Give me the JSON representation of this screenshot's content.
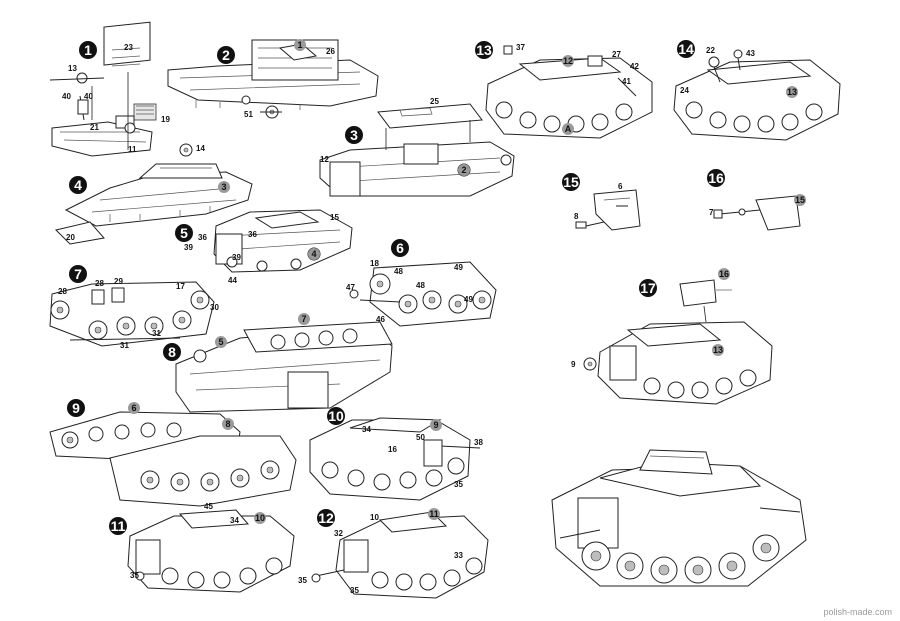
{
  "steps": [
    {
      "num": "1",
      "parts": [
        "23",
        "13",
        "40",
        "40",
        "21",
        "11",
        "19"
      ]
    },
    {
      "num": "2",
      "ref": "1",
      "parts": [
        "26",
        "51"
      ]
    },
    {
      "num": "3",
      "ref": "2",
      "parts": [
        "25",
        "12"
      ]
    },
    {
      "num": "4",
      "ref": "3",
      "parts": [
        "14",
        "20"
      ]
    },
    {
      "num": "5",
      "ref": "4",
      "parts": [
        "15",
        "36",
        "36",
        "39",
        "39",
        "44"
      ]
    },
    {
      "num": "6",
      "parts": [
        "18",
        "48",
        "48",
        "49",
        "49",
        "47",
        "46"
      ]
    },
    {
      "num": "7",
      "parts": [
        "28",
        "28",
        "29",
        "17",
        "30",
        "31",
        "31"
      ]
    },
    {
      "num": "8",
      "ref": "7",
      "ref2": "5"
    },
    {
      "num": "9",
      "ref": "6",
      "ref2": "8"
    },
    {
      "num": "10",
      "ref": "9",
      "parts": [
        "34",
        "50",
        "38",
        "16",
        "35"
      ]
    },
    {
      "num": "11",
      "ref": "10",
      "parts": [
        "45",
        "34",
        "35"
      ]
    },
    {
      "num": "12",
      "ref": "11",
      "parts": [
        "10",
        "32",
        "33",
        "35",
        "35"
      ]
    },
    {
      "num": "13",
      "ref": "12",
      "parts": [
        "37",
        "27",
        "42",
        "41"
      ],
      "mark": "A"
    },
    {
      "num": "14",
      "ref": "13",
      "parts": [
        "22",
        "43",
        "24"
      ]
    },
    {
      "num": "15",
      "parts": [
        "6",
        "8"
      ]
    },
    {
      "num": "16",
      "ref": "15",
      "parts": [
        "7"
      ]
    },
    {
      "num": "17",
      "ref": "16",
      "ref2": "13",
      "parts": [
        "9"
      ]
    }
  ],
  "watermark": "polish-made.com"
}
